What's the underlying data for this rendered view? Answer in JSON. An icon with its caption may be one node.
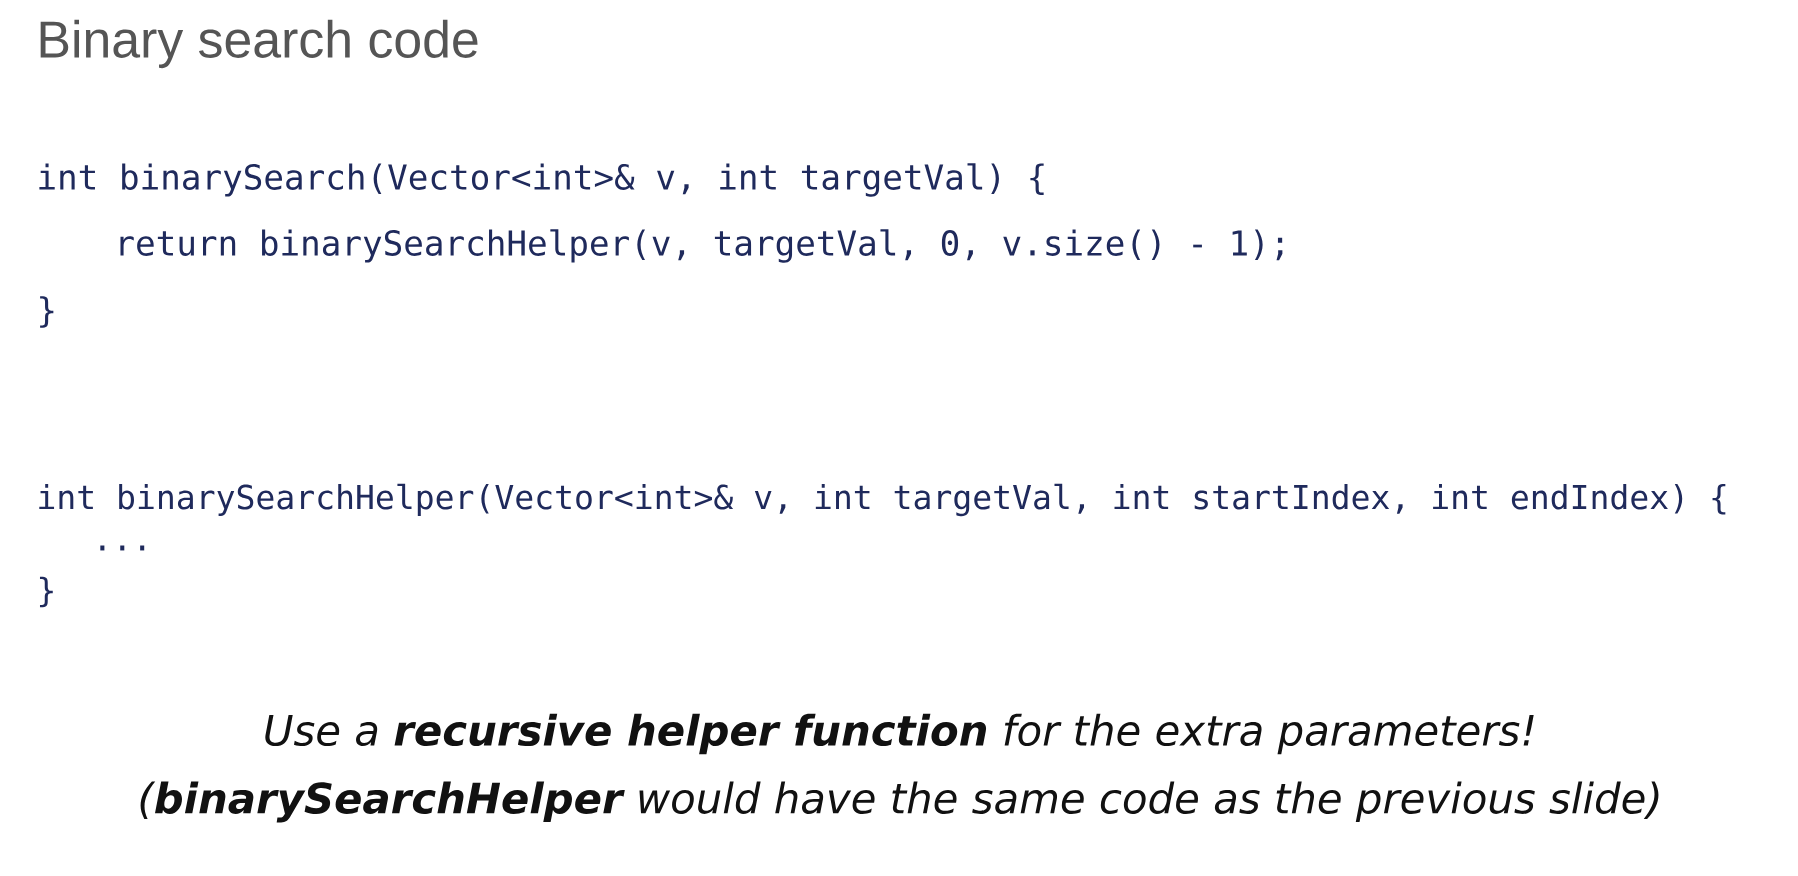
{
  "diagram": {
    "title": "Binary search code",
    "labels": [
      "int binarySearch(Vector<int>& v, int targetVal) {",
      "return binarySearchHelper(v, targetVal, 0, v.size() - 1);",
      "}",
      "int binarySearchHelper(Vector<int>& v, int targetVal, int startIndex, int endIndex) {",
      "...",
      "}",
      "Use a **recursive helper function** for the extra parameters!",
      "(**binarySearchHelper** would have the same code as the previous slide)"
    ]
  }
}
